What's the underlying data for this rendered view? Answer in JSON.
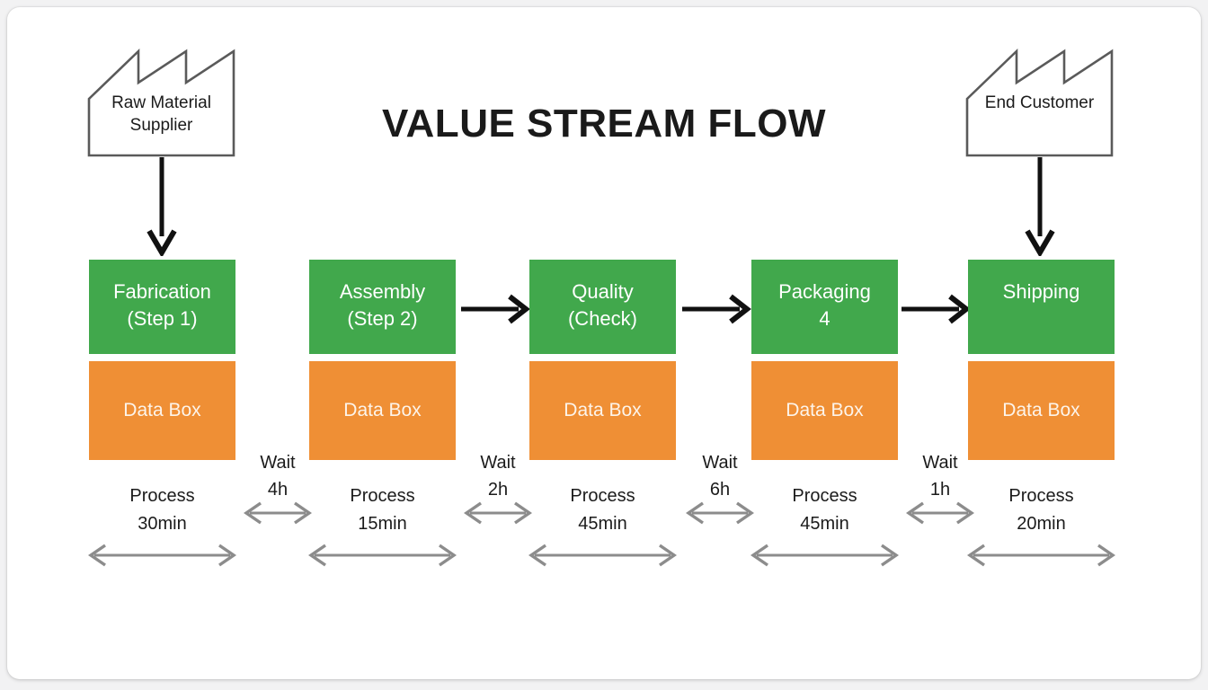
{
  "diagram": {
    "title": "VALUE STREAM FLOW",
    "colors": {
      "process": "#41a84c",
      "data": "#ef8f35",
      "arrow_black": "#111111",
      "arrow_gray": "#8c8c8c",
      "card": "#ffffff",
      "background": "#f2f2f3"
    },
    "entities": [
      {
        "name": "supplier",
        "label": "Raw Material\nSupplier",
        "icon": "factory-icon"
      },
      {
        "name": "customer",
        "label": "End Customer",
        "icon": "factory-icon"
      }
    ],
    "steps": [
      {
        "process_label": "Fabrication\n(Step 1)",
        "data_label": "Data Box",
        "process_time_label": "Process\n30min",
        "process_time": "30min"
      },
      {
        "process_label": "Assembly\n(Step 2)",
        "data_label": "Data Box",
        "process_time_label": "Process\n15min",
        "process_time": "15min"
      },
      {
        "process_label": "Quality\n(Check)",
        "data_label": "Data Box",
        "process_time_label": "Process\n45min",
        "process_time": "45min"
      },
      {
        "process_label": "Packaging\n4",
        "data_label": "Data Box",
        "process_time_label": "Process\n45min",
        "process_time": "45min"
      },
      {
        "process_label": "Shipping",
        "data_label": "Data Box",
        "process_time_label": "Process\n20min",
        "process_time": "20min"
      }
    ],
    "waits": [
      {
        "label": "Wait\n4h",
        "value": "4h"
      },
      {
        "label": "Wait\n2h",
        "value": "2h"
      },
      {
        "label": "Wait\n6h",
        "value": "6h"
      },
      {
        "label": "Wait\n1h",
        "value": "1h"
      }
    ]
  }
}
